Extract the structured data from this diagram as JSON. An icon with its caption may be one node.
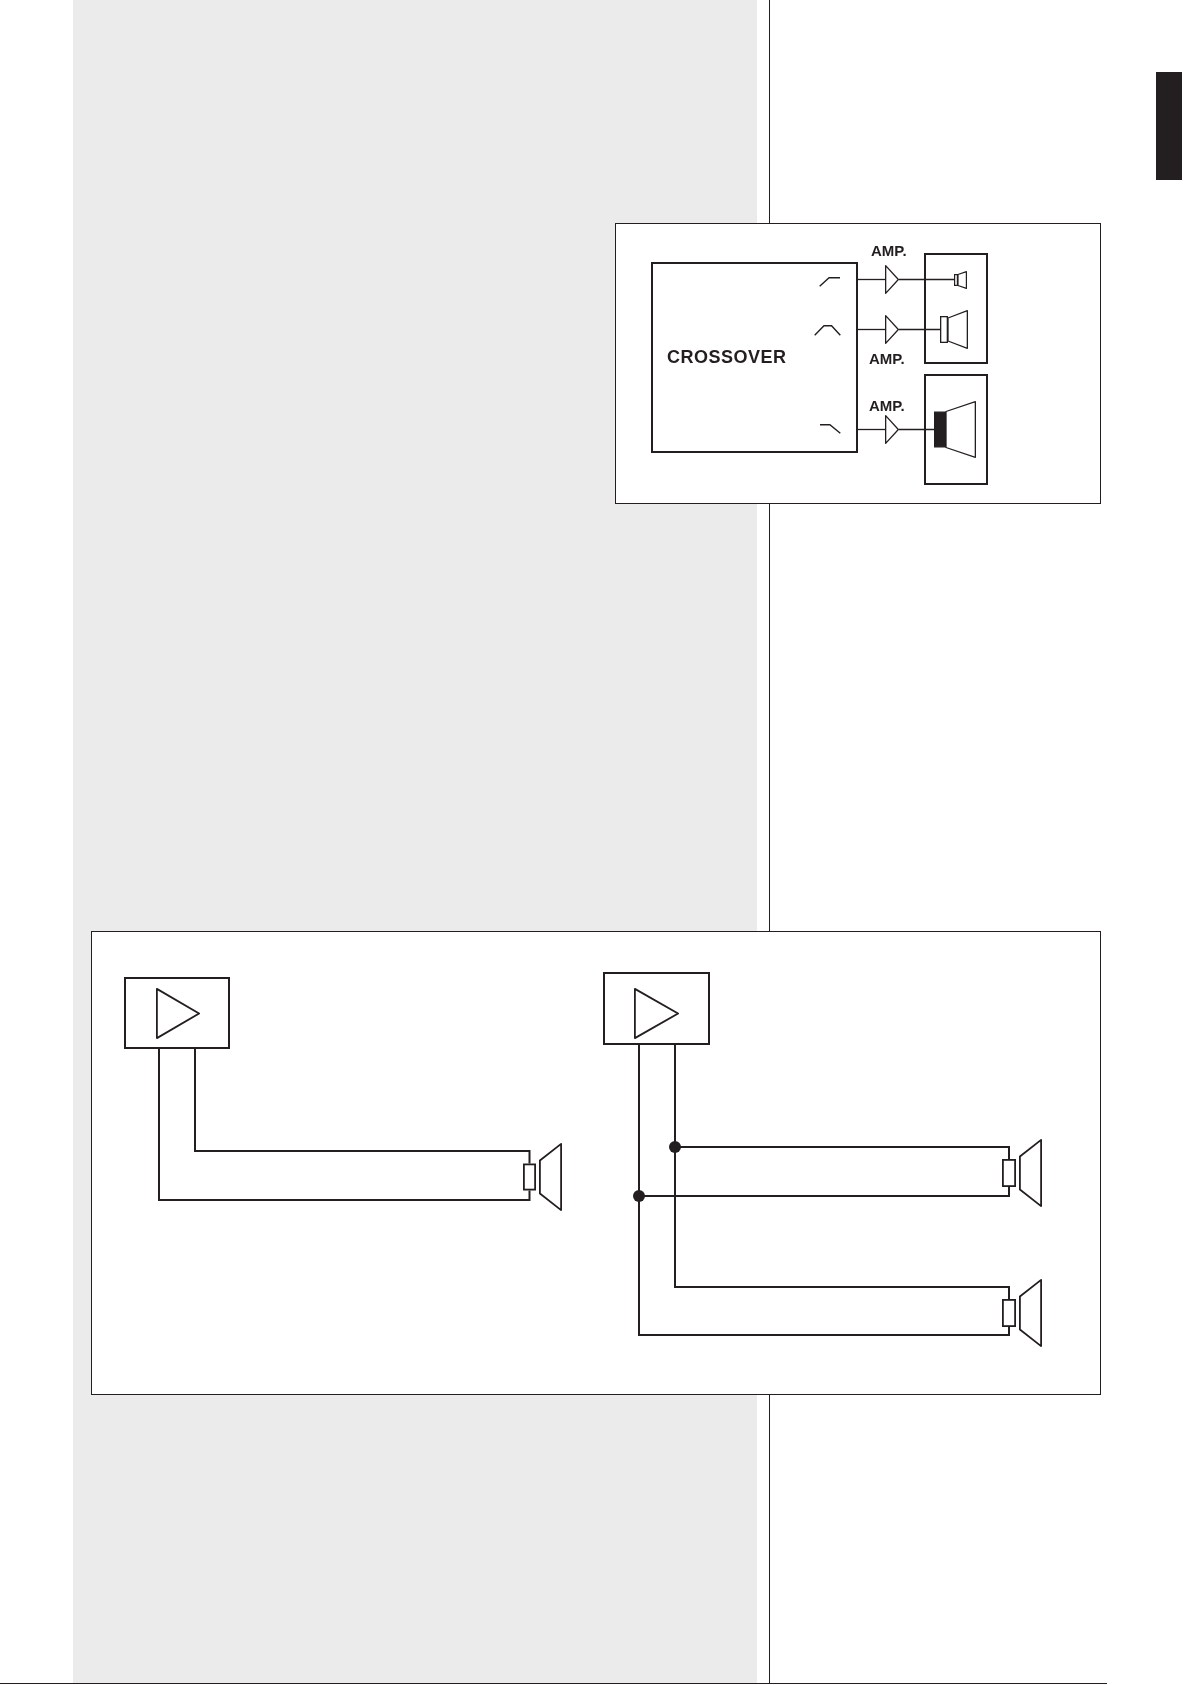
{
  "diagram": {
    "nodes": [
      {
        "text": [],
        "shape": "bar"
      },
      {
        "text": [],
        "shape": "box"
      },
      {
        "text": [
          "CROSSOVER"
        ],
        "in": 1
      },
      {
        "text": [],
        "shape": "triangle",
        "beside": [
          "AMP."
        ],
        "in": 1
      },
      {
        "text": [],
        "shape": "triangle",
        "beside": [
          "AMP."
        ],
        "in": 1
      },
      {
        "text": [],
        "shape": "triangle",
        "beside": [
          "AMP."
        ],
        "in": 1
      },
      {
        "text": [],
        "shape": "box",
        "in": 1
      },
      {
        "text": [],
        "shape": "speaker",
        "in": 6
      },
      {
        "text": [],
        "shape": "speaker",
        "in": 6
      },
      {
        "text": [],
        "shape": "box",
        "in": 1
      },
      {
        "text": [],
        "shape": "speaker",
        "in": 9
      },
      {
        "text": [],
        "shape": "box"
      },
      {
        "text": [],
        "shape": "box",
        "in": 11
      },
      {
        "text": [],
        "shape": "speaker",
        "in": 11
      },
      {
        "text": [],
        "shape": "box",
        "in": 11
      },
      {
        "text": [],
        "shape": "speaker",
        "in": 11
      },
      {
        "text": [],
        "shape": "speaker",
        "in": 11
      }
    ],
    "edges": [
      {
        "from": 2,
        "to": 3,
        "arrow": "none"
      },
      {
        "from": 2,
        "to": 4,
        "arrow": "none"
      },
      {
        "from": 2,
        "to": 5,
        "arrow": "none"
      },
      {
        "from": 3,
        "to": 7,
        "arrow": "none"
      },
      {
        "from": 4,
        "to": 8,
        "arrow": "none"
      },
      {
        "from": 5,
        "to": 10,
        "arrow": "none"
      },
      {
        "from": 12,
        "to": 13,
        "arrow": "none"
      },
      {
        "from": 12,
        "to": 13,
        "arrow": "none"
      },
      {
        "from": 14,
        "to": 15,
        "arrow": "none"
      },
      {
        "from": 14,
        "to": 15,
        "arrow": "none"
      },
      {
        "from": 14,
        "to": 16,
        "arrow": "none"
      },
      {
        "from": 14,
        "to": 16,
        "arrow": "none"
      }
    ]
  }
}
